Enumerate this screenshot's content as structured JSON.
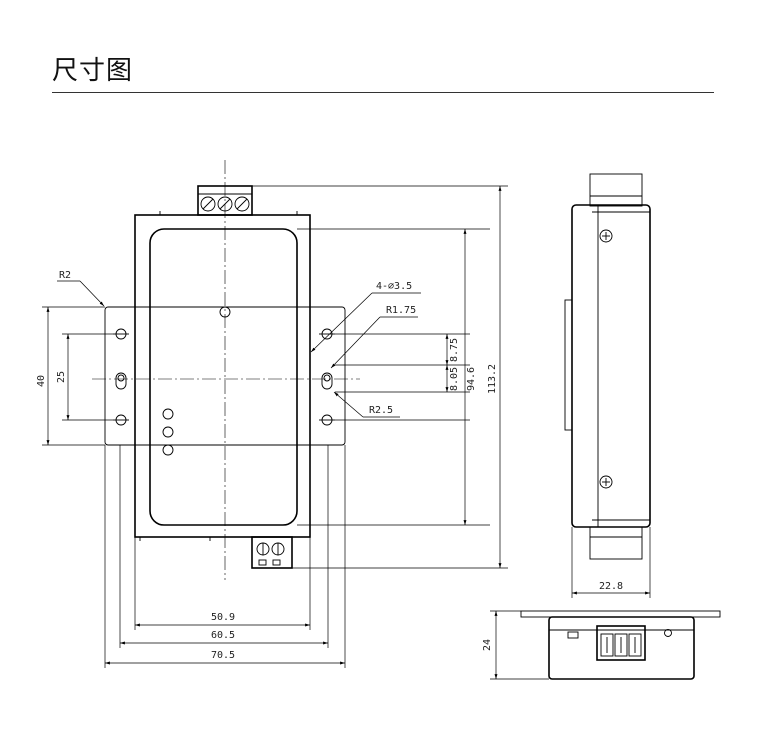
{
  "header": {
    "title": "尺寸图"
  },
  "dimensions": {
    "mount_holes": "4-∅3.5",
    "r_inner": "R1.75",
    "r_outer": "R2.5",
    "r_corner": "R2",
    "hole_span_40": "40",
    "hole_span_25": "25",
    "d_8_75": "8.75",
    "d_8_05": "8.05",
    "d_94_6": "94.6",
    "height_113_2": "113.2",
    "width_50_9": "50.9",
    "width_60_5": "60.5",
    "width_70_5": "70.5",
    "depth_22_8": "22.8",
    "height_24": "24"
  }
}
